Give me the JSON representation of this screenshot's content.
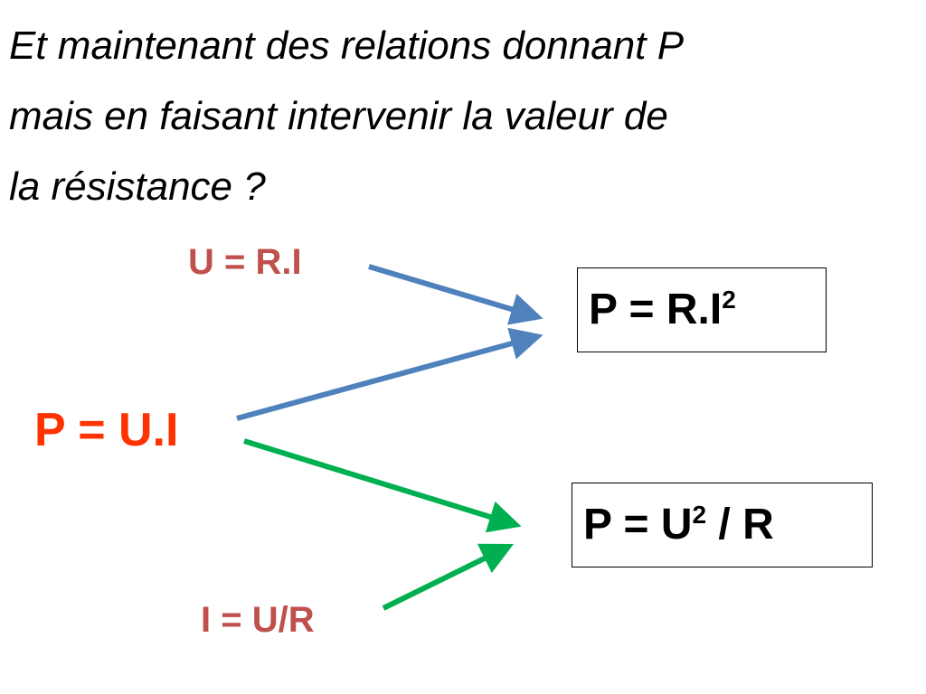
{
  "title": {
    "lines": [
      "Et maintenant des relations donnant P",
      "mais en faisant intervenir la valeur de",
      "la résistance  ?"
    ]
  },
  "equations": {
    "ohm_u": "U = R.I",
    "power": "P = U.I",
    "ohm_i": "I = U/R"
  },
  "results": {
    "p_ri2": {
      "base": "P = R.I",
      "exponent": "2",
      "suffix": ""
    },
    "p_u2r": {
      "base": "P = U",
      "exponent": "2",
      "suffix": " / R"
    }
  },
  "colors": {
    "title": "#000000",
    "ohm_text": "#c0504d",
    "power_text": "#ff3300",
    "blue_arrow": "#4f81bd",
    "green_arrow": "#00b050",
    "box_border": "#000000"
  }
}
